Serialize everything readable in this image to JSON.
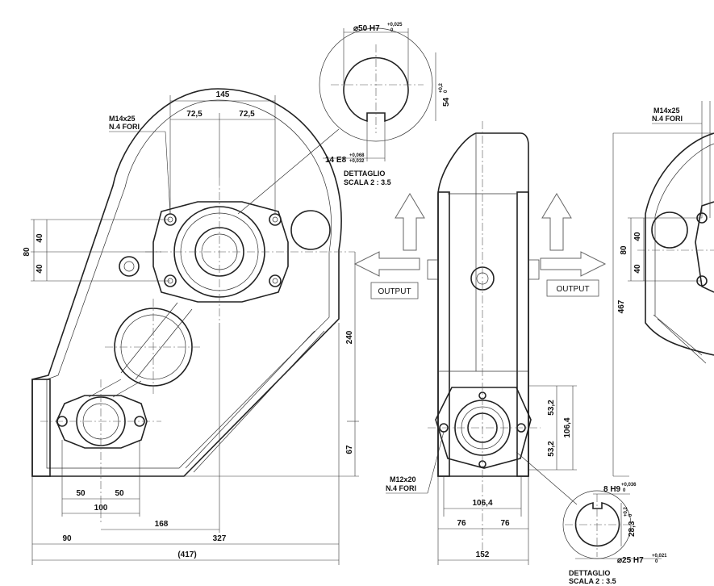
{
  "notes": {
    "left_holes": [
      "M14x25",
      "N.4 FORI"
    ],
    "right_holes": [
      "M14x25",
      "N.4 FORI"
    ],
    "bottom_holes": [
      "M12x20",
      "N.4 FORI"
    ],
    "detail_top": [
      "DETTAGLIO",
      "SCALA 2 : 3.5"
    ],
    "detail_bottom": [
      "DETTAGLIO",
      "SCALA 2 : 3.5"
    ]
  },
  "arrows": {
    "left_output": "OUTPUT",
    "right_output": "OUTPUT"
  },
  "dimensions": {
    "top": {
      "overall": "145",
      "left_half": "72,5",
      "right_half": "72,5"
    },
    "left_vertical": {
      "upper": "40",
      "lower": "40",
      "total": "80"
    },
    "right_vertical": {
      "upper": "40",
      "lower": "40",
      "total": "80",
      "height": "467"
    },
    "side_vertical": {
      "upper": "240",
      "lower": "67"
    },
    "bottom": {
      "a": "50",
      "b": "50",
      "c": "100",
      "d": "168",
      "e": "90",
      "f": "327",
      "overall": "(417)"
    },
    "middle_view": {
      "v1": "53,2",
      "v2": "53,2",
      "v3": "106,4",
      "width": "106,4",
      "half_l": "76",
      "half_r": "76",
      "overall": "152"
    },
    "detail_top": {
      "bore": "⌀50 H7",
      "bore_tol_up": "+0,025",
      "bore_tol_lo": "0",
      "depth": "54",
      "depth_tol_up": "+0,2",
      "depth_tol_lo": "0",
      "key": "14 E8",
      "key_tol_up": "+0,068",
      "key_tol_lo": "+0,032"
    },
    "detail_bottom": {
      "key": "8 H9",
      "key_tol_up": "+0,036",
      "key_tol_lo": "0",
      "depth": "28,3",
      "depth_tol_up": "+0,2",
      "depth_tol_lo": "0",
      "bore": "⌀25 H7",
      "bore_tol_up": "+0,021",
      "bore_tol_lo": "0"
    }
  }
}
